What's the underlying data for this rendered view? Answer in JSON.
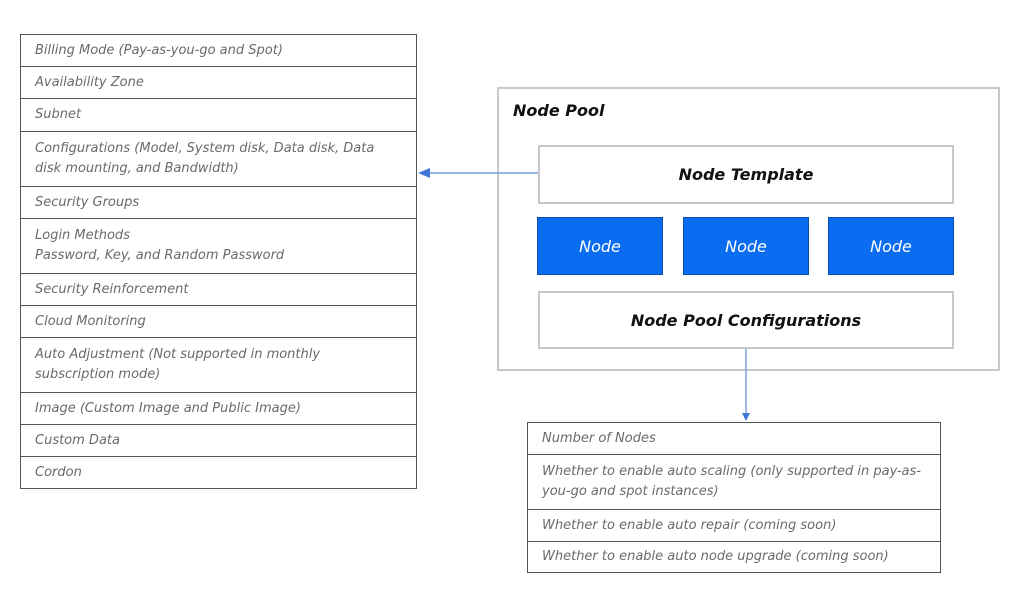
{
  "node_pool": {
    "title": "Node Pool",
    "template_label": "Node Template",
    "nodes": [
      "Node",
      "Node",
      "Node"
    ],
    "configurations_label": "Node Pool Configurations"
  },
  "template_items": [
    "Billing Mode (Pay-as-you-go and Spot)",
    "Availability Zone",
    "Subnet",
    "Configurations (Model, System disk, Data disk, Data disk mounting, and Bandwidth)",
    "Security Groups",
    "Login Methods\nPassword, Key, and Random Password",
    "Security Reinforcement",
    "Cloud Monitoring",
    "Auto Adjustment (Not supported in monthly subscription mode)",
    "Image (Custom Image and Public Image)",
    "Custom Data",
    "Cordon"
  ],
  "configuration_items": [
    "Number of Nodes",
    "Whether to enable auto scaling (only supported in pay-as-you-go and spot instances)",
    "Whether to enable auto repair (coming soon)",
    "Whether to enable auto node upgrade (coming soon)"
  ],
  "colors": {
    "node_fill": "#0a6cf0",
    "arrow": "#4a7fd4"
  }
}
